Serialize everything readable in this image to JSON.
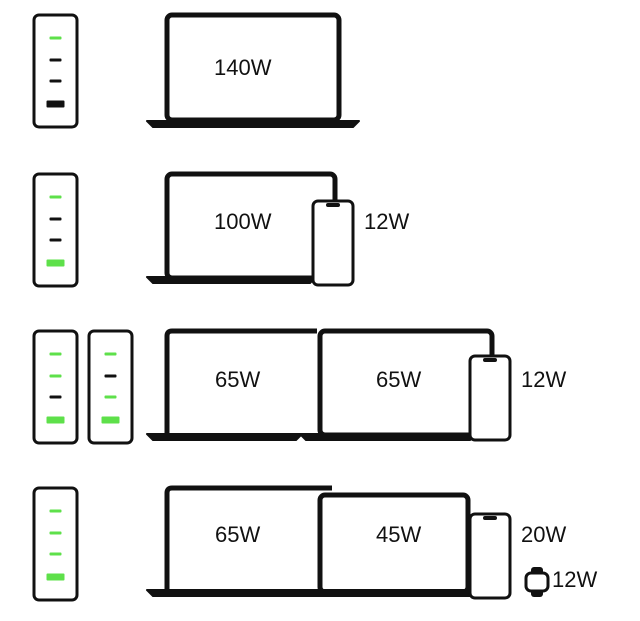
{
  "colors": {
    "outline": "#111111",
    "port_active": "#5ee04a",
    "port_idle": "#111111",
    "background": "#ffffff"
  },
  "rows": [
    {
      "id": "row-1",
      "chargers": [
        {
          "ports": [
            "active",
            "idle",
            "idle",
            "idle-large"
          ]
        }
      ],
      "devices": [
        {
          "type": "laptop",
          "watts": "140W"
        }
      ]
    },
    {
      "id": "row-2",
      "chargers": [
        {
          "ports": [
            "active",
            "idle",
            "idle",
            "active-large"
          ]
        }
      ],
      "devices": [
        {
          "type": "laptop",
          "watts": "100W"
        },
        {
          "type": "phone",
          "watts": "12W"
        }
      ]
    },
    {
      "id": "row-3",
      "chargers": [
        {
          "ports": [
            "active",
            "active",
            "idle",
            "active-large"
          ]
        },
        {
          "ports": [
            "active",
            "idle",
            "active",
            "active-large"
          ]
        }
      ],
      "devices": [
        {
          "type": "laptop",
          "watts": "65W"
        },
        {
          "type": "laptop",
          "watts": "65W"
        },
        {
          "type": "phone",
          "watts": "12W"
        }
      ]
    },
    {
      "id": "row-4",
      "chargers": [
        {
          "ports": [
            "active",
            "active",
            "active",
            "active-large"
          ]
        }
      ],
      "devices": [
        {
          "type": "laptop",
          "watts": "65W"
        },
        {
          "type": "laptop",
          "watts": "45W"
        },
        {
          "type": "phone",
          "watts": "20W"
        },
        {
          "type": "watch",
          "watts": "12W"
        }
      ]
    }
  ]
}
